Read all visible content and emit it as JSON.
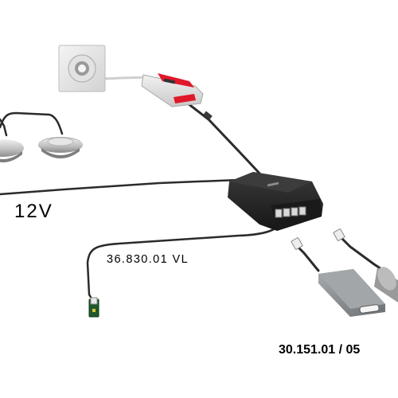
{
  "labels": {
    "voltage": "12V",
    "cable_code": "36.830.01   VL",
    "product_code": "30.151.01 / 05"
  },
  "colors": {
    "cable": "#2b2b2b",
    "driver_accent": "#e0182a",
    "housing_dark": "#1f1f1f",
    "usb_body": "#8a8d90",
    "sensor_pcb": "#1e5a2a"
  },
  "icons": {
    "wall_socket": "wall-socket-icon",
    "led_driver": "led-driver-icon",
    "distributor": "distributor-box-icon",
    "spotlight": "spotlight-icon",
    "usb_module": "usb-charger-icon",
    "sensor": "sensor-switch-icon"
  }
}
